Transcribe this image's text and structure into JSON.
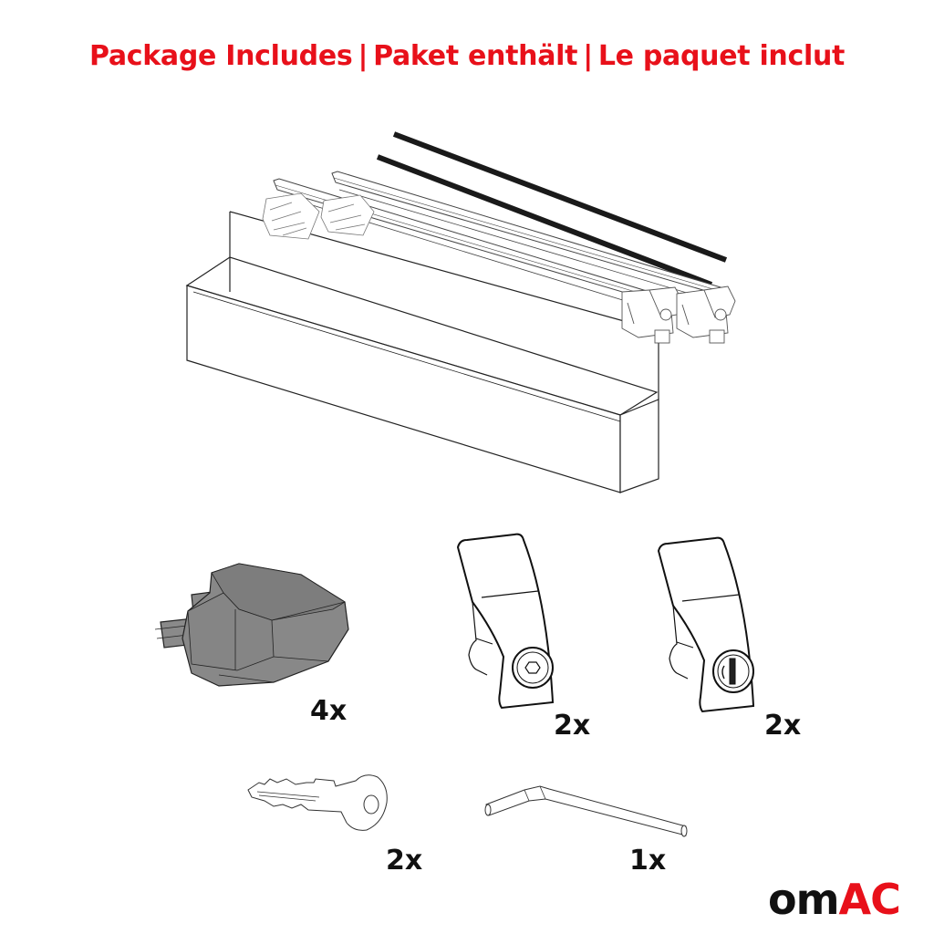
{
  "header": {
    "title_parts": [
      "Package Includes",
      "Paket enthält",
      "Le paquet inclut"
    ],
    "separator": "|",
    "title_color": "#e8101a"
  },
  "items": [
    {
      "name": "roof-cross-bars-with-rubber-strips",
      "quantity": ""
    },
    {
      "name": "end-cap",
      "quantity": "4x"
    },
    {
      "name": "foot-cover-hex-bolt",
      "quantity": "2x"
    },
    {
      "name": "foot-cover-lock",
      "quantity": "2x"
    },
    {
      "name": "key",
      "quantity": "2x"
    },
    {
      "name": "hex-key",
      "quantity": "1x"
    }
  ],
  "brand": {
    "logo_black": "om",
    "logo_red": "AC",
    "black_color": "#111111",
    "red_color": "#e8101a"
  }
}
